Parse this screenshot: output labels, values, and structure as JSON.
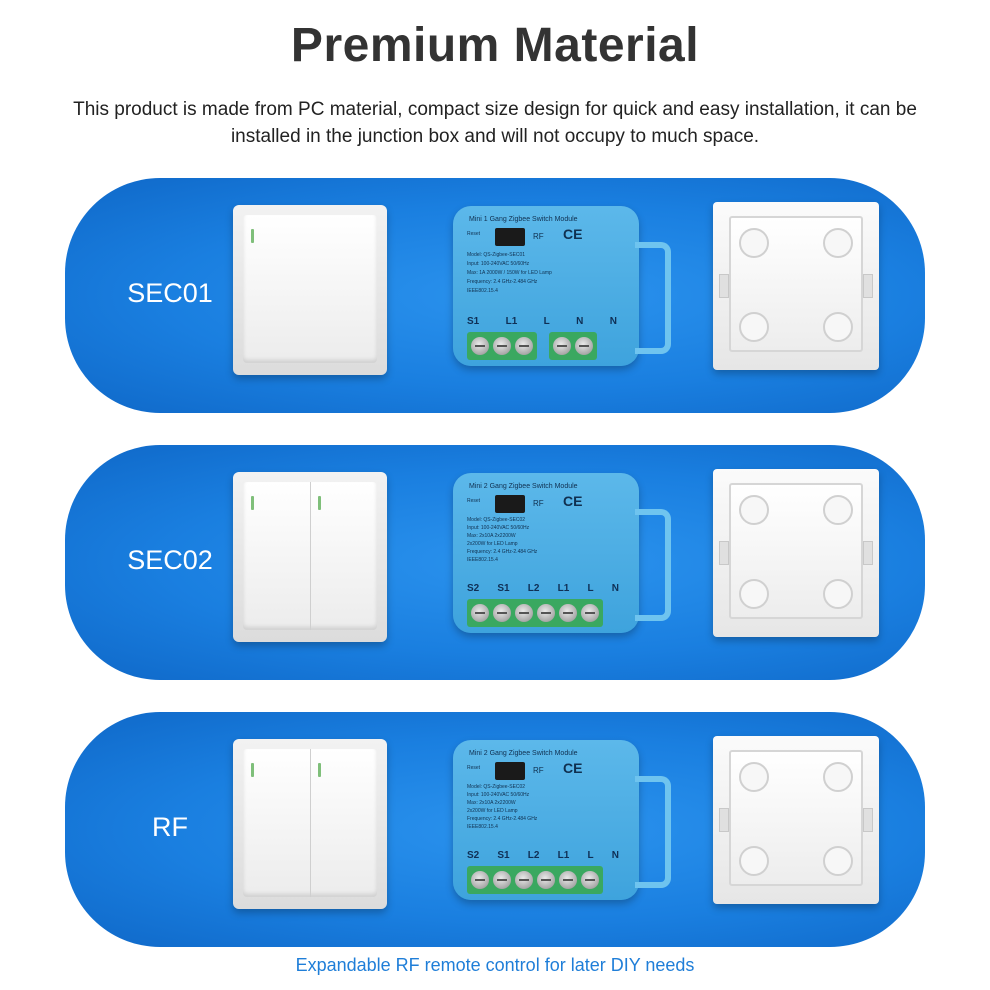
{
  "header": {
    "title": "Premium Material",
    "description": "This product is made from PC material, compact size design for quick and easy installation, it can be installed in the junction box and will not occupy to much space."
  },
  "panels": [
    {
      "label": "SEC01",
      "module_title": "Mini 1 Gang Zigbee Switch Module",
      "specs": [
        "Model: QS-Zigbee-SEC01",
        "Input: 100-240VAC 50/60Hz",
        "Max: 1A 2000W / 150W for LED Lamp",
        "Frequency: 2.4 GHz-2.484 GHz",
        "IEEE802.15.4"
      ],
      "terminals": [
        "S1",
        "L1",
        "L",
        "N",
        "N"
      ]
    },
    {
      "label": "SEC02",
      "module_title": "Mini 2 Gang Zigbee Switch Module",
      "specs": [
        "Model: QS-Zigbee-SEC02",
        "Input: 100-240VAC 50/60Hz",
        "Max: 2x10A 2x2200W",
        "2x200W for LED Lamp",
        "Frequency: 2.4 GHz-2.484 GHz",
        "IEEE802.15.4"
      ],
      "terminals": [
        "S2",
        "S1",
        "L2",
        "L1",
        "L",
        "N"
      ]
    },
    {
      "label": "RF",
      "module_title": "Mini 2 Gang Zigbee Switch Module",
      "specs": [
        "Model: QS-Zigbee-SEC02",
        "Input: 100-240VAC 50/60Hz",
        "Max: 2x10A 2x2200W",
        "2x200W for LED Lamp",
        "Frequency: 2.4 GHz-2.484 GHz",
        "IEEE802.15.4"
      ],
      "terminals": [
        "S2",
        "S1",
        "L2",
        "L1",
        "L",
        "N"
      ]
    }
  ],
  "module_common": {
    "reset_label": "Reset",
    "rf_label": "RF",
    "ce_mark": "CE"
  },
  "footer": {
    "note": "Expandable RF remote control for later DIY needs"
  },
  "colors": {
    "panel_blue": "#1a7fe0",
    "module_blue": "#4aaee3",
    "footer_text": "#1f7ed8"
  }
}
